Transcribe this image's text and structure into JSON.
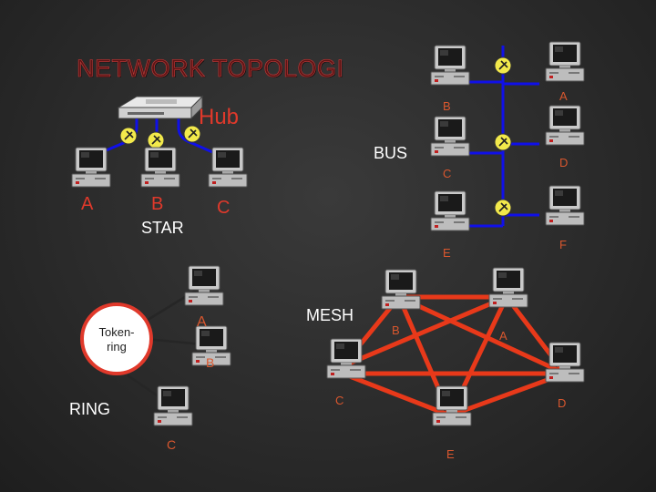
{
  "slide": {
    "title": "NETWORK TOPOLOGI"
  },
  "star": {
    "hub_label": "Hub",
    "topology_label": "STAR",
    "nodes": [
      "A",
      "B",
      "C"
    ]
  },
  "bus": {
    "topology_label": "BUS",
    "nodes": [
      "A",
      "B",
      "C",
      "D",
      "E",
      "F"
    ]
  },
  "ring": {
    "topology_label": "RING",
    "ring_label_line1": "Token-",
    "ring_label_line2": "ring",
    "nodes": [
      "A",
      "B",
      "C"
    ]
  },
  "mesh": {
    "topology_label": "MESH",
    "nodes": [
      "A",
      "B",
      "C",
      "D",
      "E"
    ]
  },
  "colors": {
    "background": "#2b2b2b",
    "star_bus_cables": "#1010e8",
    "mesh_links": "#e8391a",
    "ring_links": "#2a2a2a",
    "label_red": "#e0392b",
    "label_orange": "#d9572e",
    "title": "#5c1515"
  }
}
